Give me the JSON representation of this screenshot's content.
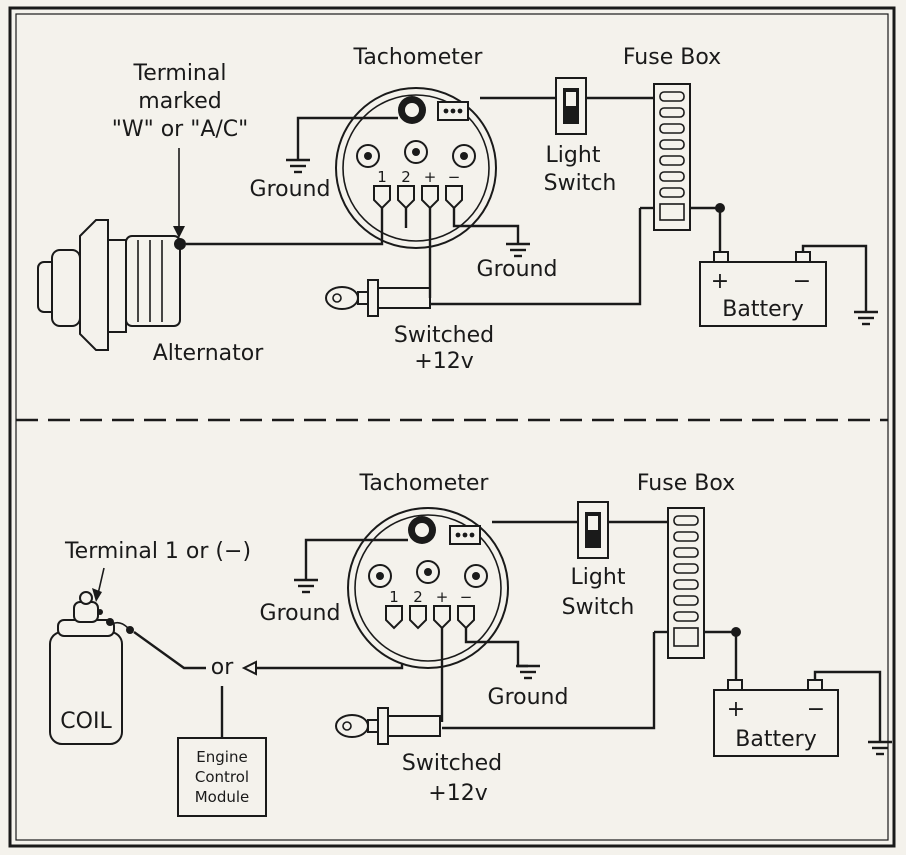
{
  "top": {
    "terminal_label": [
      "Terminal",
      "marked",
      "\"W\" or \"A/C\""
    ],
    "tachometer": "Tachometer",
    "fuse_box": "Fuse Box",
    "light_switch": [
      "Light",
      "Switch"
    ],
    "ground_left": "Ground",
    "ground_right": "Ground",
    "alternator": "Alternator",
    "switched": [
      "Switched",
      "+12v"
    ],
    "battery": "Battery",
    "plus": "+",
    "minus": "−"
  },
  "bottom": {
    "terminal_label": "Terminal 1 or (−)",
    "tachometer": "Tachometer",
    "fuse_box": "Fuse Box",
    "light_switch": [
      "Light",
      "Switch"
    ],
    "ground_left": "Ground",
    "ground_right": "Ground",
    "coil": "COIL",
    "or": "or",
    "ecm": [
      "Engine",
      "Control",
      "Module"
    ],
    "switched": [
      "Switched",
      "+12v"
    ],
    "battery": "Battery",
    "plus": "+",
    "minus": "−",
    "pin_labels": [
      "1",
      "2",
      "+",
      "−"
    ]
  },
  "top_pin_labels": [
    "1",
    "2",
    "+",
    "−"
  ]
}
